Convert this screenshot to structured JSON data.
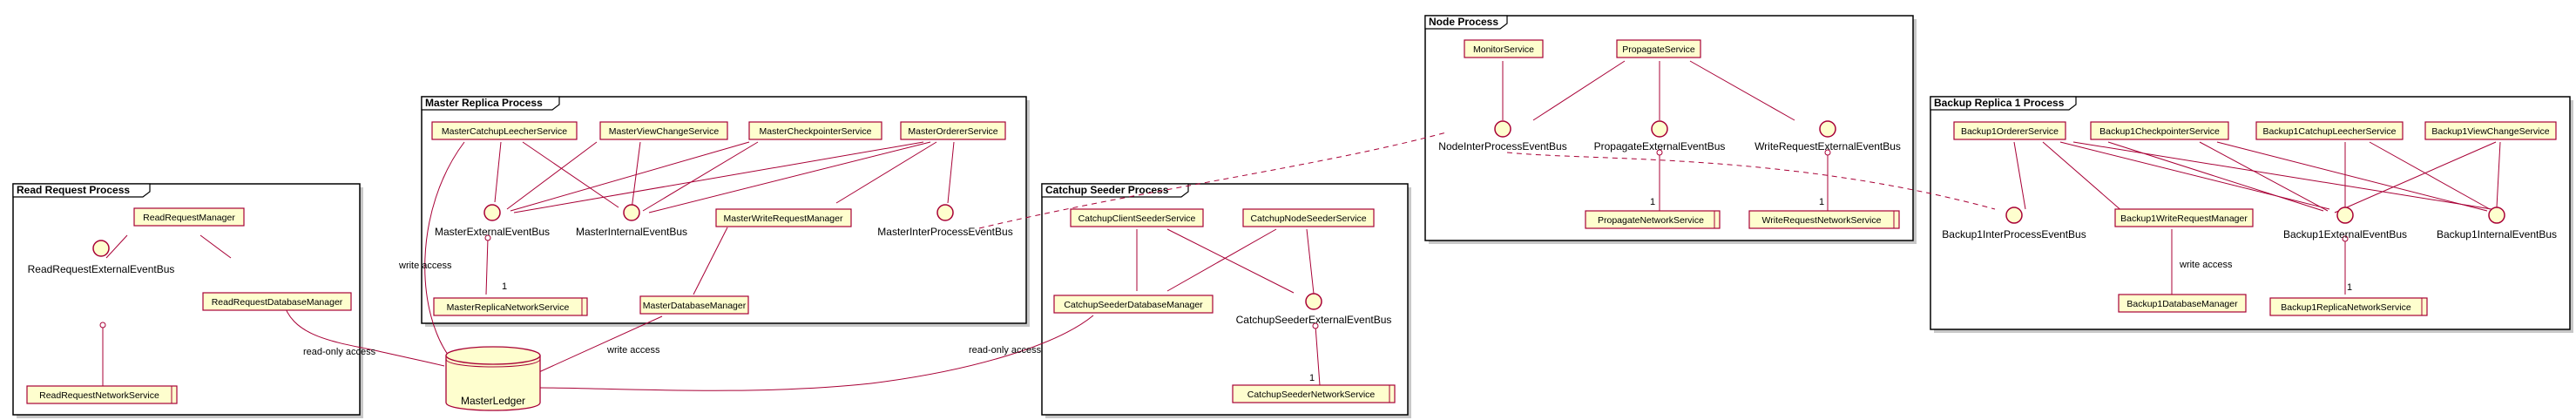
{
  "frames": {
    "read": "Read Request Process",
    "master": "Master Replica Process",
    "catchup": "Catchup Seeder Process",
    "node": "Node Process",
    "backup": "Backup Replica 1 Process"
  },
  "components": {
    "read_manager": "ReadRequestManager",
    "read_db_manager": "ReadRequestDatabaseManager",
    "read_network": "ReadRequestNetworkService",
    "master_catchup_leecher": "MasterCatchupLeecherService",
    "master_view_change": "MasterViewChangeService",
    "master_checkpointer": "MasterCheckpointerService",
    "master_orderer": "MasterOrdererService",
    "master_write_manager": "MasterWriteRequestManager",
    "master_db_manager": "MasterDatabaseManager",
    "master_network": "MasterReplicaNetworkService",
    "catchup_client": "CatchupClientSeederService",
    "catchup_node": "CatchupNodeSeederService",
    "catchup_db_manager": "CatchupSeederDatabaseManager",
    "catchup_network": "CatchupSeederNetworkService",
    "monitor": "MonitorService",
    "propagate": "PropagateService",
    "propagate_network": "PropagateNetworkService",
    "write_network": "WriteRequestNetworkService",
    "b_orderer": "Backup1OrdererService",
    "b_checkpointer": "Backup1CheckpointerService",
    "b_catchup_leecher": "Backup1CatchupLeecherService",
    "b_view_change": "Backup1ViewChangeService",
    "b_write_manager": "Backup1WriteRequestManager",
    "b_db_manager": "Backup1DatabaseManager",
    "b_network": "Backup1ReplicaNetworkService"
  },
  "interfaces": {
    "read_ext_bus": "ReadRequestExternalEventBus",
    "master_ext_bus": "MasterExternalEventBus",
    "master_int_bus": "MasterInternalEventBus",
    "master_interprocess_bus": "MasterInterProcessEventBus",
    "catchup_ext_bus": "CatchupSeederExternalEventBus",
    "node_interprocess_bus": "NodeInterProcessEventBus",
    "propagate_ext_bus": "PropagateExternalEventBus",
    "write_ext_bus": "WriteRequestExternalEventBus",
    "b_interprocess_bus": "Backup1InterProcessEventBus",
    "b_ext_bus": "Backup1ExternalEventBus",
    "b_int_bus": "Backup1InternalEventBus"
  },
  "database": "MasterLedger",
  "edge_labels": {
    "read_only_1": "read-only access",
    "read_only_2": "read-only access",
    "write_access_master": "write access",
    "write_access_leecher": "write access",
    "write_access_backup": "write access",
    "mult_master": "1",
    "mult_catchup": "1",
    "mult_propagate": "1",
    "mult_write": "1",
    "mult_backup": "1"
  },
  "colors": {
    "component_fill": "#FEFECE",
    "edge": "#A80036",
    "frame": "#000000"
  }
}
